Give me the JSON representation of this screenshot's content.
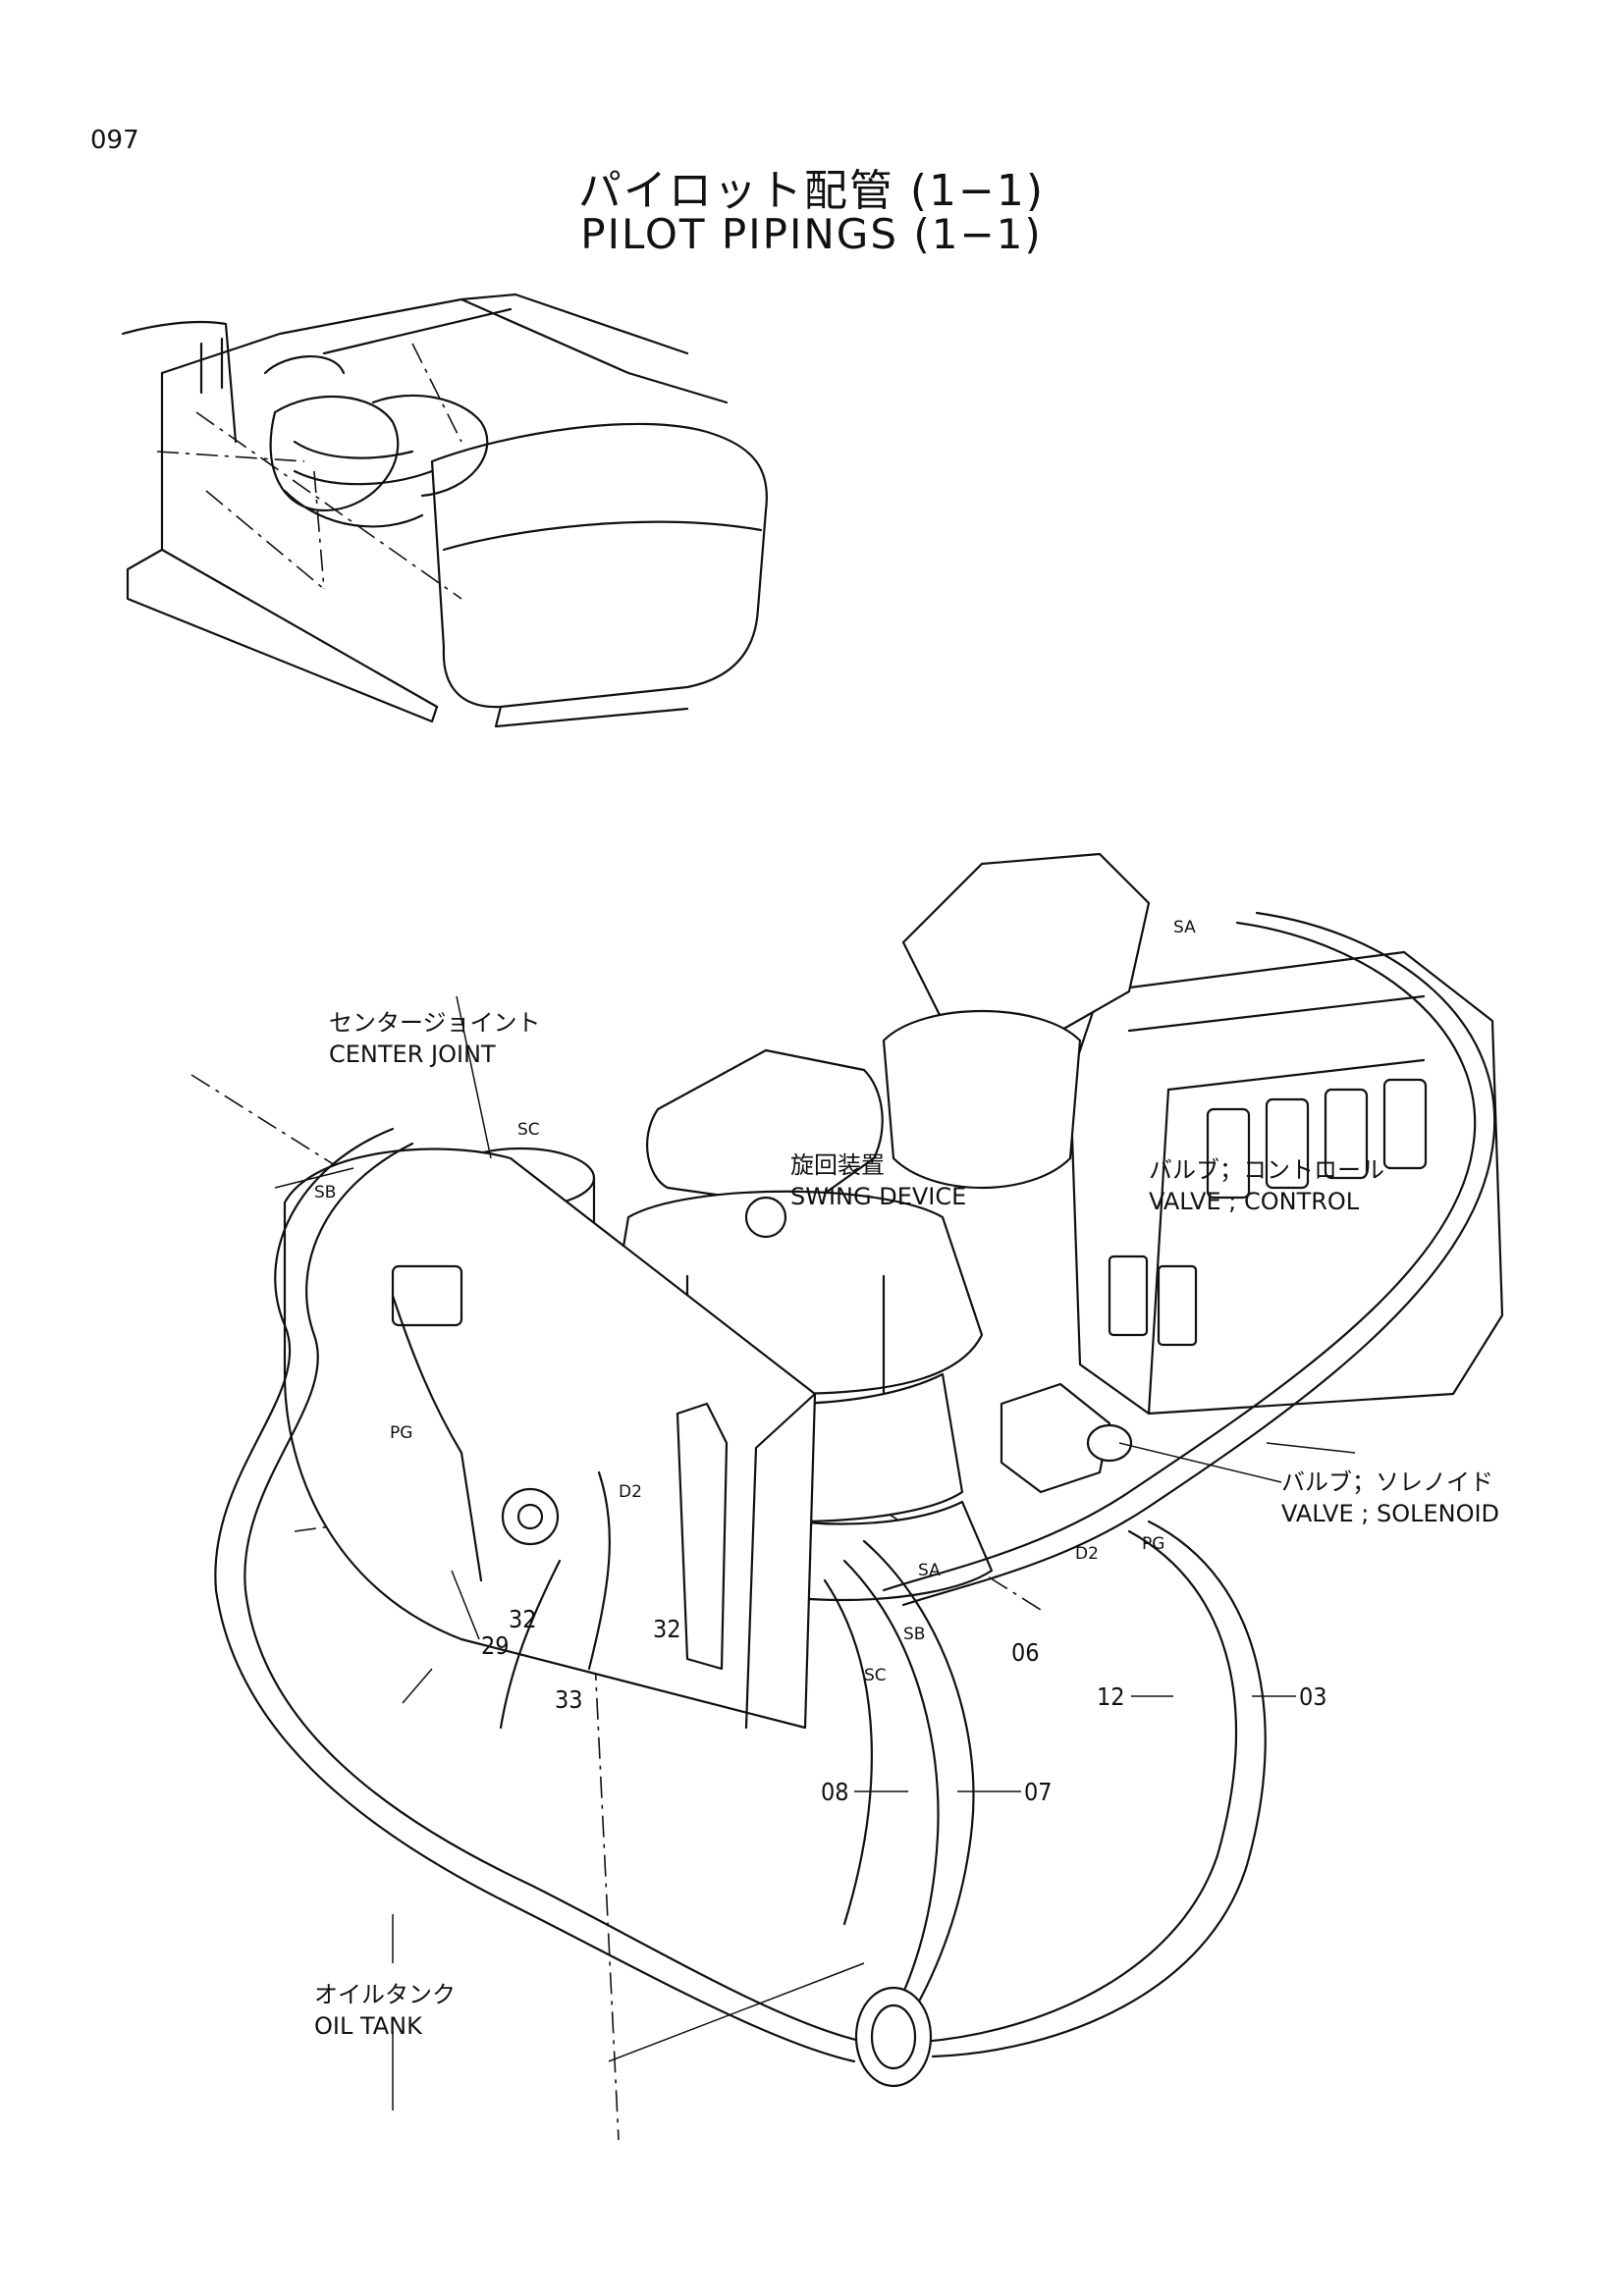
{
  "page": {
    "number": "097"
  },
  "title": {
    "jp": "パイロット配管 (1−1)",
    "en": "PILOT PIPINGS (1−1)"
  },
  "components": {
    "center_joint": {
      "jp": "センタージョイント",
      "en": "CENTER JOINT"
    },
    "swing_device": {
      "jp": "旋回装置",
      "en": "SWING DEVICE"
    },
    "control_valve": {
      "jp": "バルブ；コントロール",
      "en": "VALVE ; CONTROL"
    },
    "solenoid_valve": {
      "jp": "バルブ；ソレノイド",
      "en": "VALVE ; SOLENOID"
    },
    "oil_tank": {
      "jp": "オイルタンク",
      "en": "OIL TANK"
    }
  },
  "port_codes": {
    "sa_top": "SA",
    "sc_joint": "SC",
    "sb_left": "SB",
    "pg_left": "PG",
    "d2_left": "D2",
    "sa_right": "SA",
    "d2_right": "D2",
    "pg_right": "PG",
    "sb_lower": "SB",
    "sc_lower": "SC"
  },
  "part_numbers": {
    "p32a": "32",
    "p32b": "32",
    "p29": "29",
    "p33": "33",
    "p06": "06",
    "p12": "12",
    "p03": "03",
    "p08": "08",
    "p07": "07"
  }
}
